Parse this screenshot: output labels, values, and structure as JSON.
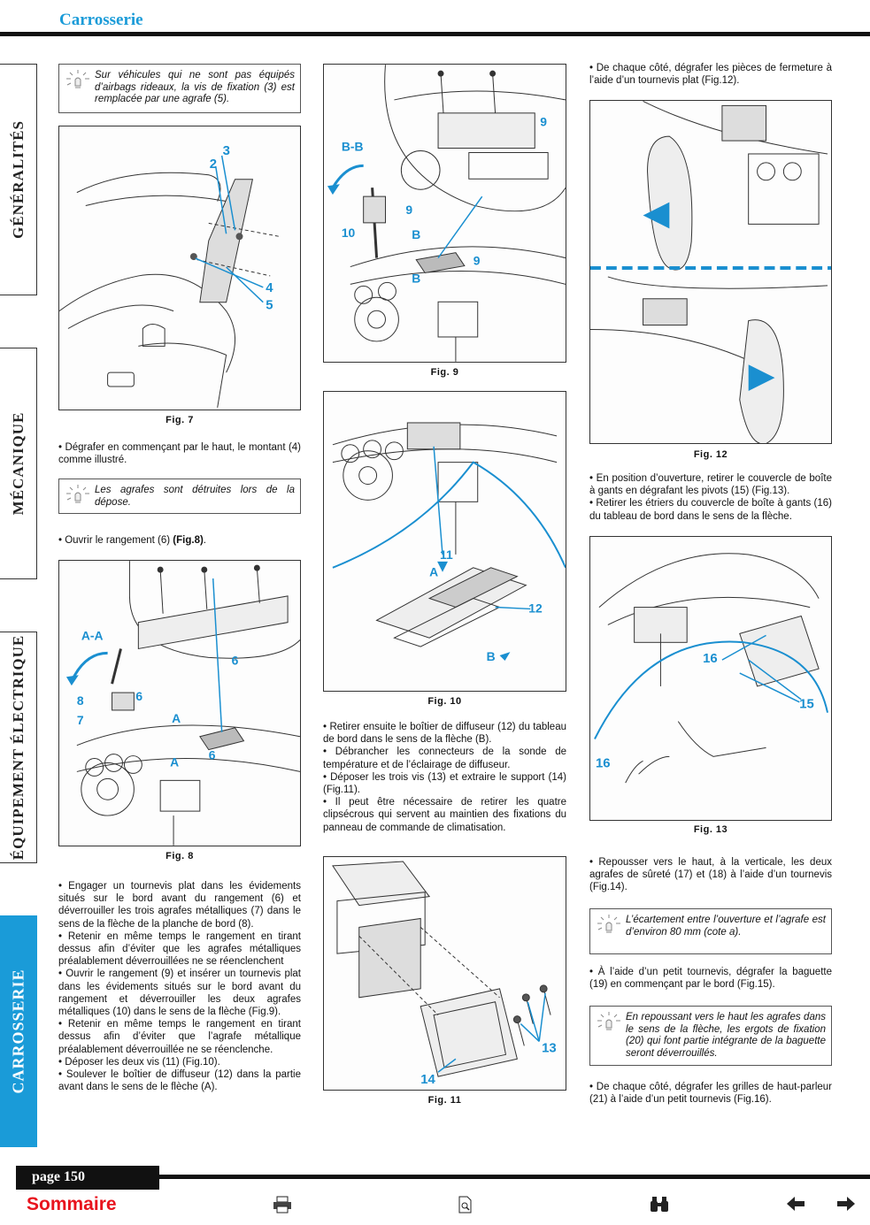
{
  "header": {
    "section": "Carrosserie"
  },
  "side_tabs": [
    {
      "label": "GÉNÉRALITÉS",
      "active": false
    },
    {
      "label": "MÉCANIQUE",
      "active": false
    },
    {
      "label": "ÉQUIPEMENT ÉLECTRIQUE",
      "active": false
    },
    {
      "label": "CARROSSERIE",
      "active": true
    }
  ],
  "notes": {
    "n1": "Sur véhicules qui ne sont pas équipés d’airbags rideaux, la vis de fixation (3) est remplacée par une agrafe (5).",
    "n2": "Les agrafes sont détruites lors de la dépose.",
    "n3": "L’écartement entre l’ouverture et l’agrafe est d’environ 80 mm (cote a).",
    "n4": "En repoussant vers le haut les agrafes dans le sens de la flèche, les ergots de fixation (20) qui font partie intégrante de la baguette seront déverrouillés."
  },
  "col1": {
    "p1": "• Dégrafer en commençant par le haut, le montant (4) comme illustré.",
    "p2": "• Ouvrir le rangement (6) ",
    "p2_ref": "(Fig.8)",
    "p2_end": ".",
    "p3": [
      "• Engager un tournevis plat dans les évidements situés sur le bord avant du rangement (6) et déverrouiller les trois agrafes métalliques (7) dans le sens de la flèche de la planche de bord (8).",
      "• Retenir en même temps le rangement en tirant dessus afin d’éviter que les agrafes métalliques préalablement déverrouillées ne se réenclenchent",
      "• Ouvrir le rangement (9) et insérer un tournevis plat dans les évidements situés sur le bord avant du rangement et déverrouiller les deux agrafes métalliques (10) dans le sens de la flèche (Fig.9).",
      "• Retenir en même temps le rangement en tirant dessus afin d’éviter que l’agrafe métallique préalablement déverrouillée ne se réenclenche.",
      "• Déposer les deux vis (11) (Fig.10).",
      "• Soulever le boîtier de diffuseur (12) dans la partie avant dans le sens de le flèche (A)."
    ]
  },
  "col2": {
    "p1": [
      "• Retirer ensuite le boîtier de diffuseur (12) du tableau de bord dans le sens de la flèche (B).",
      "• Débrancher les connecteurs de la sonde de température et de l’éclairage de diffuseur.",
      "• Déposer les trois vis (13) et extraire le support (14) (Fig.11).",
      "• Il peut être nécessaire de retirer les quatre clipsécrous qui servent au maintien des fixations du panneau de commande de climatisation."
    ]
  },
  "col3": {
    "p0": "• De chaque côté, dégrafer les pièces de fermeture à l’aide d’un tournevis plat (Fig.12).",
    "p1": [
      "• En position d’ouverture, retirer le couvercle de boîte à gants en dégrafant les pivots (15) (Fig.13).",
      "• Retirer les étriers du couvercle de boîte à gants (16) du tableau de bord dans le sens de la flèche."
    ],
    "p2": "• Repousser vers le haut, à la verticale, les deux agrafes de sûreté (17) et (18) à l’aide d’un tournevis (Fig.14).",
    "p3": "• À l’aide d’un petit tournevis, dégrafer la baguette (19) en commençant par le bord (Fig.15).",
    "p4": "• De chaque côté, dégrafer les grilles de haut-parleur (21) à l’aide d’un petit tournevis (Fig.16)."
  },
  "figures": {
    "fig7": {
      "caption": "Fig. 7",
      "labels": [
        "3",
        "2",
        "4",
        "5"
      ]
    },
    "fig8": {
      "caption": "Fig. 8",
      "labels": [
        "A-A",
        "6",
        "6",
        "8",
        "7",
        "A",
        "A",
        "6"
      ]
    },
    "fig9": {
      "caption": "Fig. 9",
      "labels": [
        "9",
        "B-B",
        "9",
        "10",
        "B",
        "9",
        "B"
      ]
    },
    "fig10": {
      "caption": "Fig. 10",
      "labels": [
        "11",
        "A",
        "12",
        "B"
      ]
    },
    "fig11": {
      "caption": "Fig. 11",
      "labels": [
        "13",
        "14"
      ]
    },
    "fig12": {
      "caption": "Fig. 12"
    },
    "fig13": {
      "caption": "Fig. 13",
      "labels": [
        "16",
        "15",
        "16"
      ]
    }
  },
  "footer": {
    "page": "page 150",
    "sommaire": "Sommaire"
  },
  "icons": [
    "print-icon",
    "find-in-page-icon",
    "binoculars-icon",
    "arrow-left-icon",
    "arrow-right-icon"
  ],
  "colors": {
    "accent": "#1a9bd8",
    "sommaire": "#e8141e"
  }
}
